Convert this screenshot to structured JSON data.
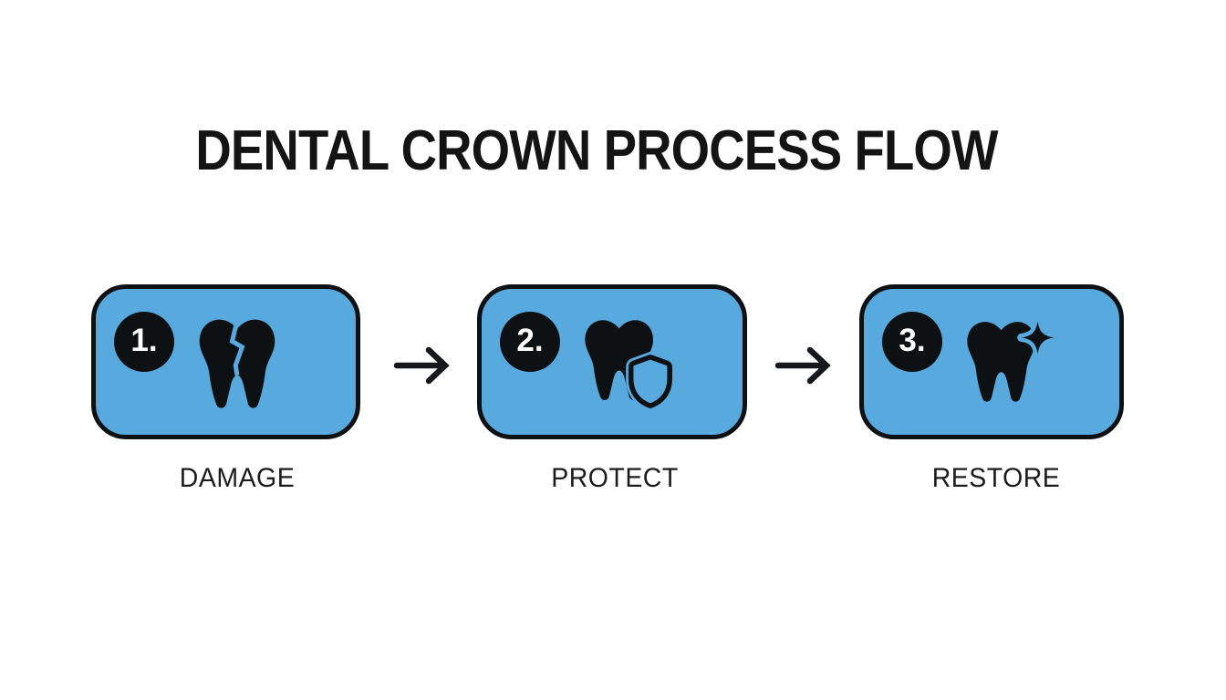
{
  "title": "DENTAL CROWN PROCESS FLOW",
  "colors": {
    "background": "#ffffff",
    "box_fill": "#58A9DD",
    "box_border": "#0e1114",
    "icon_black": "#0e1114",
    "badge_bg": "#0e1114",
    "badge_text": "#ffffff",
    "title_color": "#141414",
    "label_color": "#1c1c1c",
    "arrow_color": "#16181b"
  },
  "steps": [
    {
      "number": "1.",
      "label": "DAMAGE",
      "icon": "cracked-tooth-icon"
    },
    {
      "number": "2.",
      "label": "PROTECT",
      "icon": "tooth-shield-icon"
    },
    {
      "number": "3.",
      "label": "RESTORE",
      "icon": "tooth-sparkle-icon"
    }
  ],
  "arrows": {
    "glyph": "right-arrow",
    "count": 2
  }
}
